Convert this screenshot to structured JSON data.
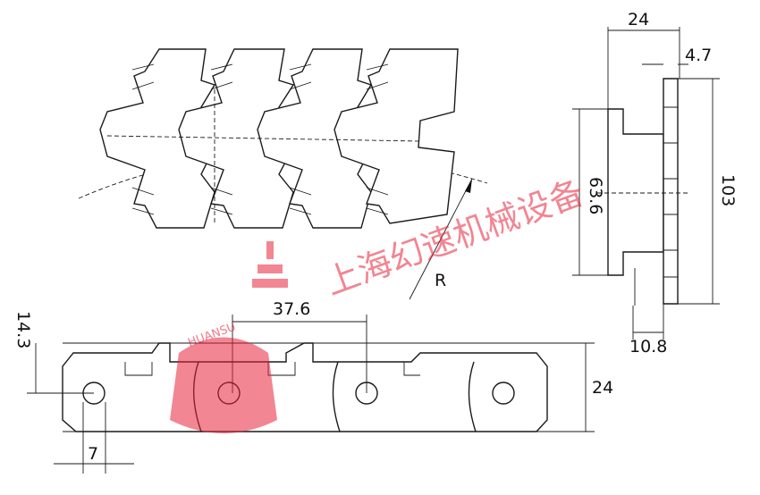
{
  "dimensions": {
    "width_top": "24",
    "thickness": "4.7",
    "inner_width": "63.6",
    "overall_width": "103",
    "hinge_width": "10.8",
    "height_offset": "14.3",
    "pitch": "37.6",
    "height": "24",
    "pin_dia": "7",
    "radius": "R"
  },
  "watermark": {
    "company": "上海幻速机械设备",
    "brand": "HUANSU"
  },
  "colors": {
    "line": "#1a1a1a",
    "watermark": "#e8223a"
  }
}
